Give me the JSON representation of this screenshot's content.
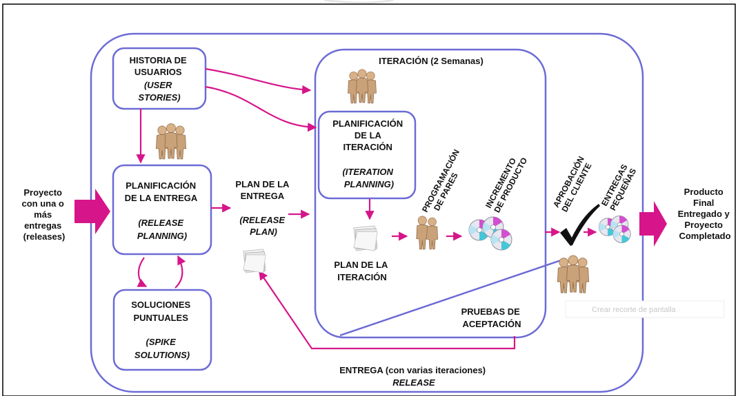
{
  "colors": {
    "frame_border": "#6b6bd6",
    "arrow": "#d6158a",
    "text": "#111111",
    "bg": "#ffffff",
    "people": "#c9a27a",
    "check": "#111111"
  },
  "input": {
    "lines": [
      "Proyecto",
      "con una o",
      "más",
      "entregas",
      "(releases)"
    ]
  },
  "output": {
    "lines": [
      "Producto",
      "Final",
      "Entregado y",
      "Proyecto",
      "Completado"
    ]
  },
  "user_stories": {
    "lines": [
      "HISTORIA DE",
      "USUARIOS",
      "(USER",
      "STORIES)"
    ]
  },
  "release_planning": {
    "lines": [
      "PLANIFICACIÓN",
      "DE LA ENTREGA",
      "(RELEASE",
      "PLANNING)"
    ]
  },
  "spike_solutions": {
    "lines": [
      "SOLUCIONES",
      "PUNTUALES",
      "(SPIKE",
      "SOLUTIONS)"
    ]
  },
  "release_plan": {
    "lines": [
      "PLAN DE LA",
      "ENTREGA",
      "(RELEASE",
      "PLAN)"
    ]
  },
  "iteration": {
    "title": "ITERACIÓN (2 Semanas)"
  },
  "iteration_planning": {
    "lines": [
      "PLANIFICACIÓN",
      "DE LA",
      "ITERACIÓN",
      "(ITERATION",
      "PLANNING)"
    ]
  },
  "iteration_plan": {
    "lines": [
      "PLAN DE LA",
      "ITERACIÓN"
    ]
  },
  "pair_programming": {
    "lines": [
      "PROGRAMACIÓN",
      "DE PARES"
    ]
  },
  "product_increment": {
    "lines": [
      "INCREMENTO",
      "DE PRODUCTO"
    ]
  },
  "client_approval": {
    "lines": [
      "APROBACIÓN",
      "DEL CLIENTE"
    ]
  },
  "small_releases": {
    "lines": [
      "ENTREGAS",
      "PEQUEÑAS"
    ]
  },
  "acceptance_tests": {
    "lines": [
      "PRUEBAS DE",
      "ACEPTACIÓN"
    ]
  },
  "release": {
    "line1": "ENTREGA (con varias iteraciones)",
    "line2": "RELEASE"
  },
  "overlay": {
    "text": "Crear recorte de pantalla"
  },
  "icons": [
    "people-group-icon",
    "paper-stack-icon",
    "cd-discs-icon",
    "checkmark-icon",
    "pink-block-arrow-icon"
  ]
}
